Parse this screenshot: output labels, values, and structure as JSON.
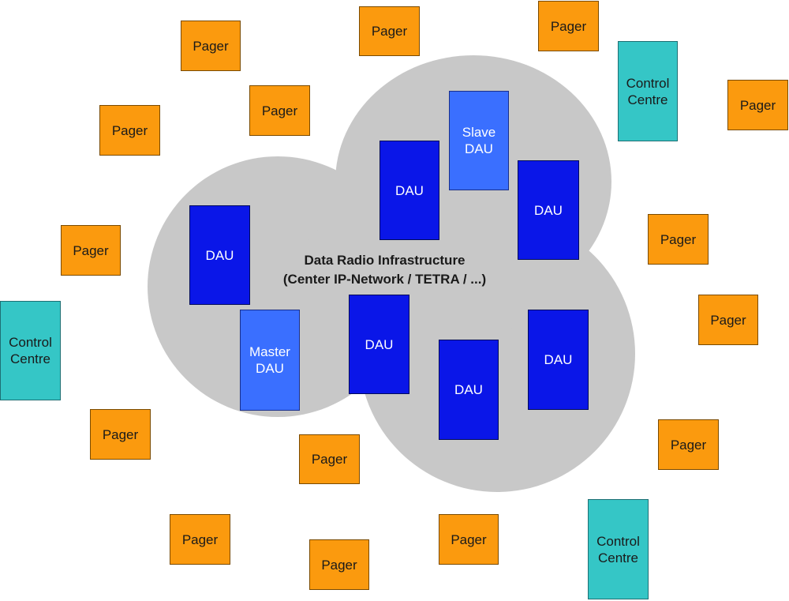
{
  "cloud": {
    "title_line1": "Data Radio Infrastructure",
    "title_line2": "(Center IP-Network / TETRA / ...)"
  },
  "labels": {
    "pager": "Pager",
    "control_centre": "Control\nCentre",
    "dau": "DAU",
    "master_dau": "Master\nDAU",
    "slave_dau": "Slave\nDAU"
  },
  "colors": {
    "pager": "#fb9a0e",
    "control_centre": "#35c6c6",
    "dau": "#0a16e8",
    "master_slave_dau": "#3a6fff",
    "cloud": "#c8c8c8"
  }
}
